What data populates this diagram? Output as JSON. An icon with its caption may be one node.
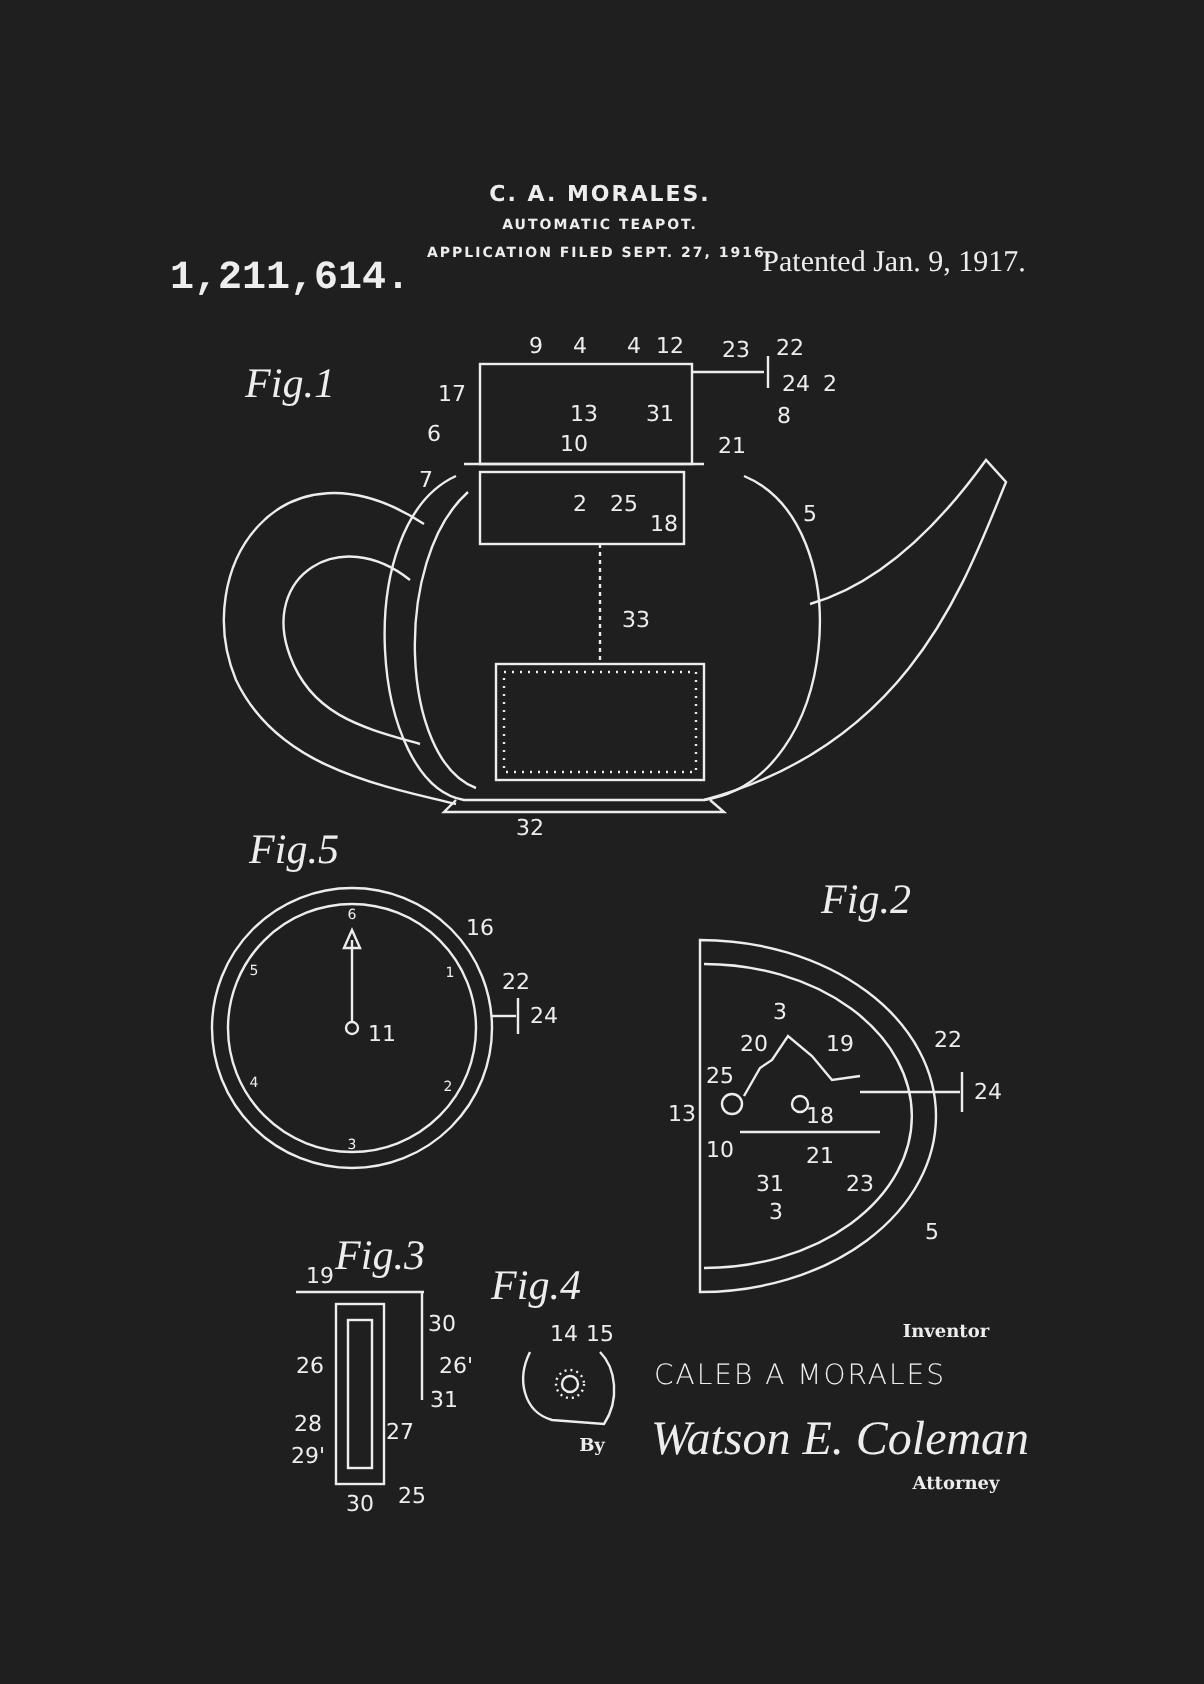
{
  "diagram": {
    "title": "AUTOMATIC TEAPOT.",
    "labels": [
      "C. A. MORALES.",
      "APPLICATION FILED SEPT. 27, 1916.",
      "1,211,614.",
      "Patented Jan. 9, 1917.",
      "Fig.1",
      "9",
      "4",
      "4",
      "12",
      "23",
      "22",
      "17",
      "24",
      "2",
      "13",
      "31",
      "8",
      "6",
      "10",
      "21",
      "7",
      "2",
      "25",
      "18",
      "5",
      "33",
      "32",
      "Fig.5",
      "6",
      "16",
      "5",
      "1",
      "22",
      "24",
      "11",
      "4",
      "2",
      "3",
      "Fig.2",
      "3",
      "20",
      "19",
      "25",
      "22",
      "13",
      "18",
      "24",
      "10",
      "21",
      "31",
      "23",
      "3",
      "5",
      "Fig.3",
      "19",
      "30",
      "26",
      "26'",
      "31",
      "28",
      "27",
      "29'",
      "25",
      "30",
      "Fig.4",
      "14",
      "15",
      "Inventor",
      "CALEB A MORALES",
      "By",
      "Watson E. Coleman",
      "Attorney"
    ]
  }
}
